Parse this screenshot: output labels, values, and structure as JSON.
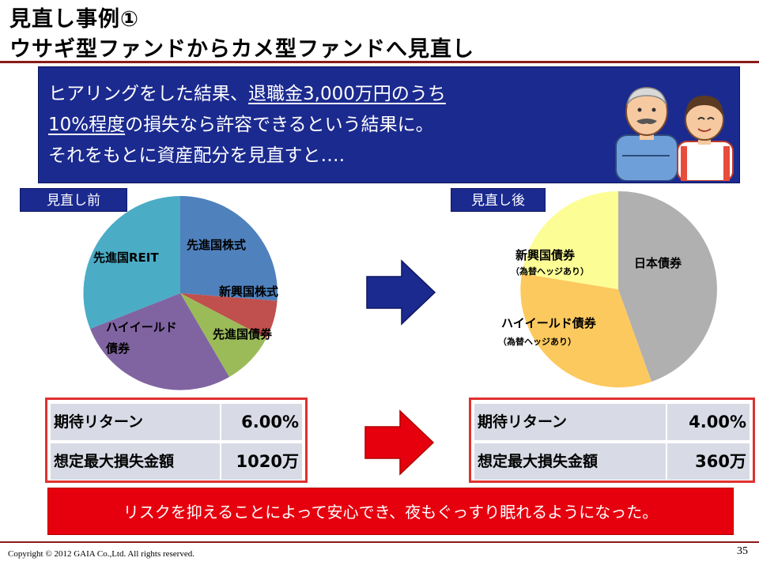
{
  "header": {
    "title": "見直し事例①",
    "subtitle": "ウサギ型ファンドからカメ型ファンドへ見直し"
  },
  "banner": {
    "line1_plain": "ヒアリングをした結果、",
    "line1_underlined": "退職金3,000万円のうち",
    "line2_underlined": "10%程度",
    "line2_plain": "の損失なら許容できるという結果に。",
    "line3": "それをもとに資産配分を見直すと‥‥"
  },
  "before": {
    "tag": "見直し前",
    "labels": {
      "reit": "先進国REIT",
      "dev_stock": "先進国株式",
      "em_stock": "新興国株式",
      "dev_bond": "先進国債券",
      "hy_line1": "ハイイールド",
      "hy_line2": "債券"
    },
    "metrics": {
      "return_label": "期待リターン",
      "return_value": "6.00%",
      "loss_label": "想定最大損失金額",
      "loss_value": "1020万"
    }
  },
  "after": {
    "tag": "見直し後",
    "labels": {
      "jp_bond": "日本債券",
      "em_bond": "新興国債券",
      "em_bond_note": "（為替ヘッジあり）",
      "hy_bond": "ハイイールド債券",
      "hy_bond_note": "（為替ヘッジあり）"
    },
    "metrics": {
      "return_label": "期待リターン",
      "return_value": "4.00%",
      "loss_label": "想定最大損失金額",
      "loss_value": "360万"
    }
  },
  "conclusion": "リスクを抑えることによって安心でき、夜もぐっすり眠れるようになった。",
  "footer": {
    "copyright": "Copyright © 2012 GAIA Co.,Ltd. All rights reserved.",
    "page": "35"
  },
  "colors": {
    "navy": "#1b2a8f",
    "red": "#e6000e",
    "reit": "#4bacc6",
    "dev_stock": "#4f81bd",
    "em_stock": "#c0504d",
    "dev_bond": "#9bbb59",
    "hy_bond": "#8064a2",
    "jp_bond": "#b0b0b0",
    "hy_bond_after": "#fcc95e",
    "em_bond_after": "#fdfd96"
  }
}
